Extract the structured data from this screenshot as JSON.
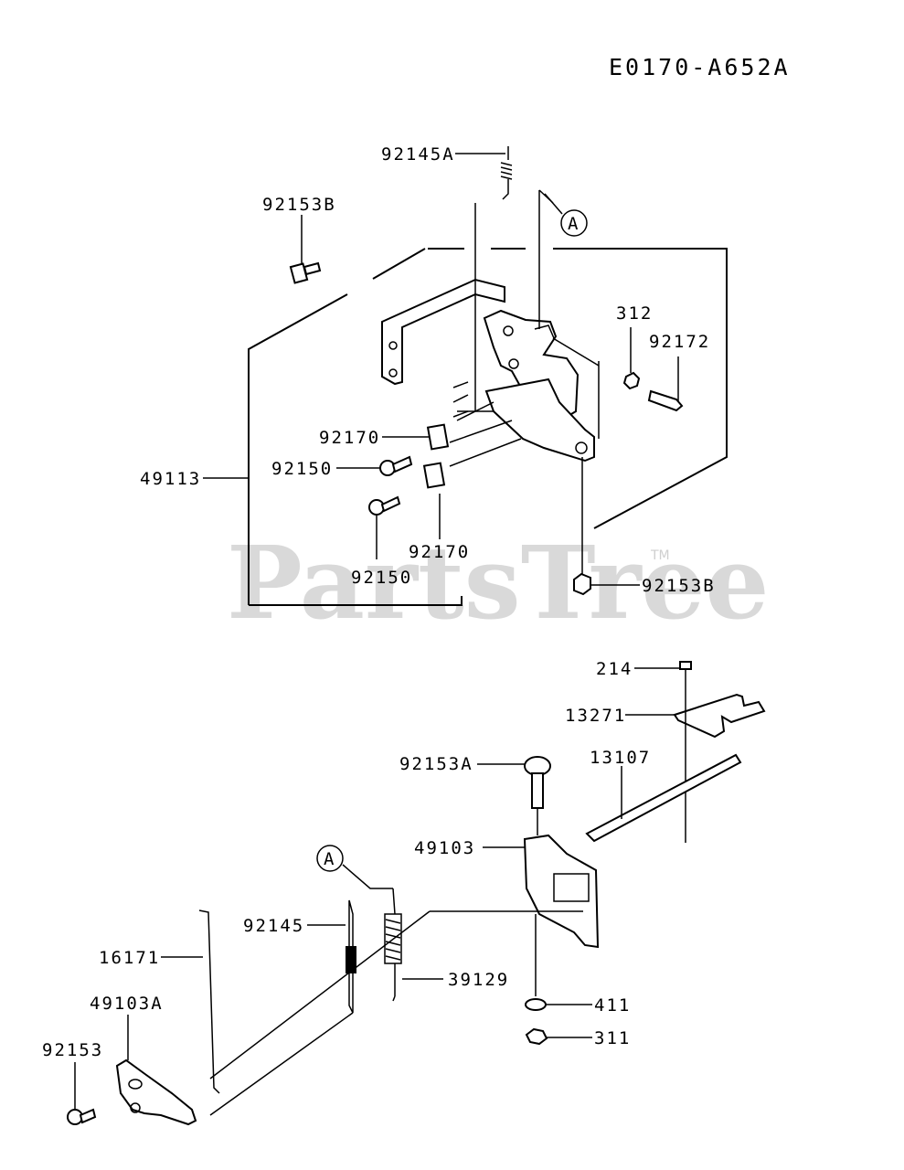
{
  "diagram": {
    "code": "E0170-A652A",
    "watermark": "PartsTree",
    "trademark": "TM",
    "callout_letter": "A",
    "labels": {
      "p92145A": "92145A",
      "p92153B_top": "92153B",
      "p312": "312",
      "p92172": "92172",
      "p92170_a": "92170",
      "p92150_a": "92150",
      "p49113": "49113",
      "p92170_b": "92170",
      "p92150_b": "92150",
      "p92153B_bottom": "92153B",
      "p214": "214",
      "p13271": "13271",
      "p92153A": "92153A",
      "p13107": "13107",
      "p49103": "49103",
      "p92145": "92145",
      "p16171": "16171",
      "p39129": "39129",
      "p49103A": "49103A",
      "p411": "411",
      "p92153": "92153",
      "p311": "311"
    }
  }
}
